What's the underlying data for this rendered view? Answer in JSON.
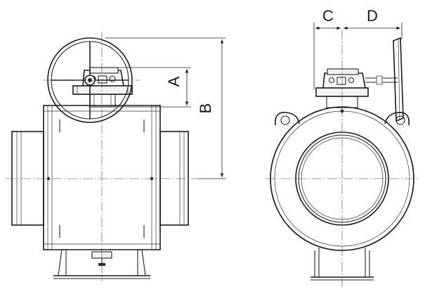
{
  "labels": {
    "a": "A",
    "b": "B",
    "c": "C",
    "d": "D"
  },
  "colors": {
    "line": "#1a1a1a",
    "background": "#ffffff"
  },
  "icons": {
    "dimension_arrow": "arrowhead",
    "centre_line": "dash-dot-line"
  }
}
